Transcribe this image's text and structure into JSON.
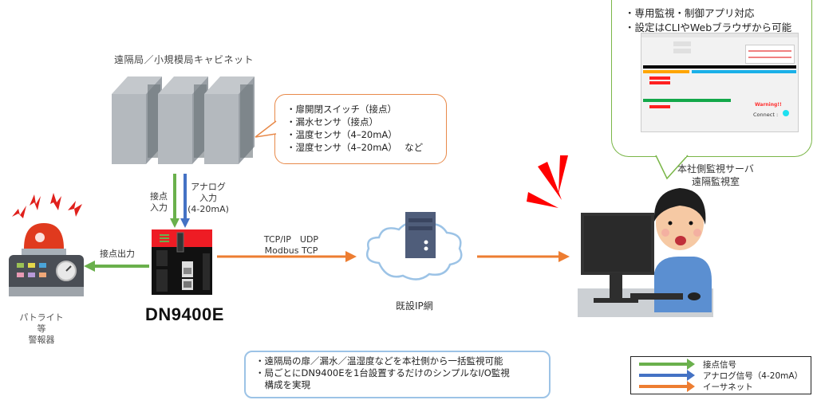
{
  "cabinet": {
    "title": "遠隔局／小規模局キャビネット"
  },
  "sensor_bubble": {
    "items": [
      "・扉開閉スイッチ（接点）",
      "・漏水センサ（接点）",
      "・温度センサ（4–20mA）",
      "・湿度センサ（4–20mA）　 など"
    ]
  },
  "signals": {
    "contact_input": [
      "接点",
      "入力"
    ],
    "analog_input": [
      "アナログ",
      "入力",
      "(4-20mA)"
    ],
    "contact_output": "接点出力",
    "ethernet_protocols": [
      "TCP/IP　UDP",
      "Modbus TCP"
    ]
  },
  "device": {
    "name": "DN9400E"
  },
  "alarm": {
    "label": [
      "パトライト等",
      "警報器"
    ]
  },
  "network": {
    "label": "既設IP網"
  },
  "server": {
    "label": [
      "本社側監視サーバ",
      "遠隔監視室"
    ]
  },
  "app_bubble": {
    "items": [
      "・専用監視・制御アプリ対応",
      "・設定はCLIやWebブラウザから可能"
    ],
    "screen": {
      "warning": "Warning!!",
      "connect": "Connect :"
    }
  },
  "summary_bubble": {
    "items": [
      "・遠隔局の扉／漏水／温湿度などを本社側から一括監視可能",
      "・局ごとにDN9400Eを1台設置するだけのシンプルなI/O監視",
      "　構成を実現"
    ]
  },
  "legend": {
    "items": [
      {
        "label": "接点信号",
        "color": "#6ab04c"
      },
      {
        "label": "アナログ信号（4-20mA）",
        "color": "#4472c4"
      },
      {
        "label": "イーサネット",
        "color": "#ed7d31"
      }
    ]
  },
  "colors": {
    "contact": "#6ab04c",
    "analog": "#4472c4",
    "ethernet": "#ed7d31",
    "alert_red": "#ff0000"
  }
}
